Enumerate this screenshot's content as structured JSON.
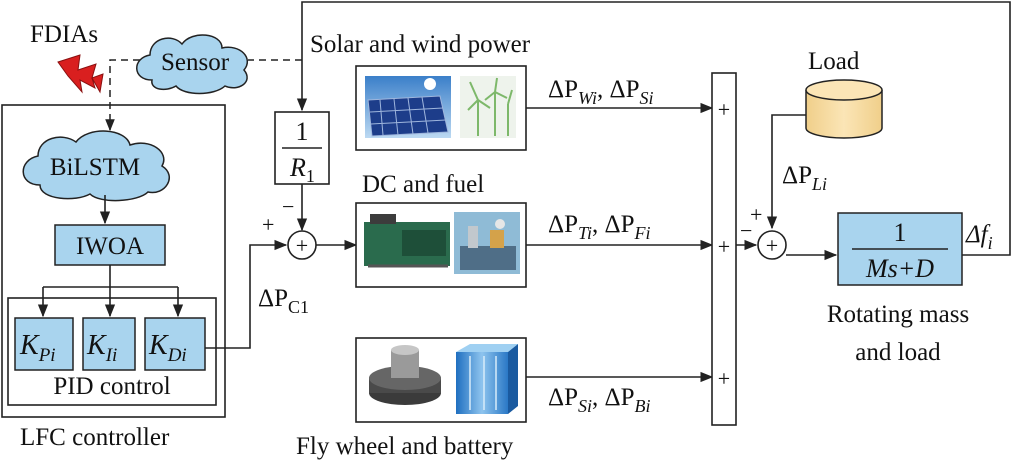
{
  "labels": {
    "fdias": "FDIAs",
    "sensor": "Sensor",
    "bilstm": "BiLSTM",
    "iwoa": "IWOA",
    "pid_control": "PID control",
    "lfc_controller": "LFC controller",
    "solar_wind": "Solar and wind power",
    "dc_fuel": "DC and fuel",
    "flywheel_battery": "Fly wheel and battery",
    "load": "Load",
    "rotating_mass": "Rotating mass",
    "and_load": "and load"
  },
  "gains": {
    "kp": {
      "base": "K",
      "sub": "Pi"
    },
    "ki": {
      "base": "K",
      "sub": "Ii"
    },
    "kd": {
      "base": "K",
      "sub": "Di"
    }
  },
  "signals": {
    "dpc1": {
      "base": "ΔP",
      "sub": "C1"
    },
    "dpw": {
      "base": "ΔP",
      "sub": "Wi"
    },
    "dps_solar": {
      "base": "ΔP",
      "sub": "Si"
    },
    "dpt": {
      "base": "ΔP",
      "sub": "Ti"
    },
    "dpf": {
      "base": "ΔP",
      "sub": "Fi"
    },
    "dps_fly": {
      "base": "ΔP",
      "sub": "Si"
    },
    "dpb": {
      "base": "ΔP",
      "sub": "Bi"
    },
    "dpl": {
      "base": "ΔP",
      "sub": "Li"
    },
    "dfi": {
      "base": "Δf",
      "sub": "i"
    },
    "sep": ", "
  },
  "droop": {
    "num": "1",
    "den_base": "R",
    "den_sub": "1"
  },
  "plant": {
    "num": "1",
    "den": "Ms+D"
  },
  "signs": {
    "plus": "+",
    "minus": "−"
  }
}
